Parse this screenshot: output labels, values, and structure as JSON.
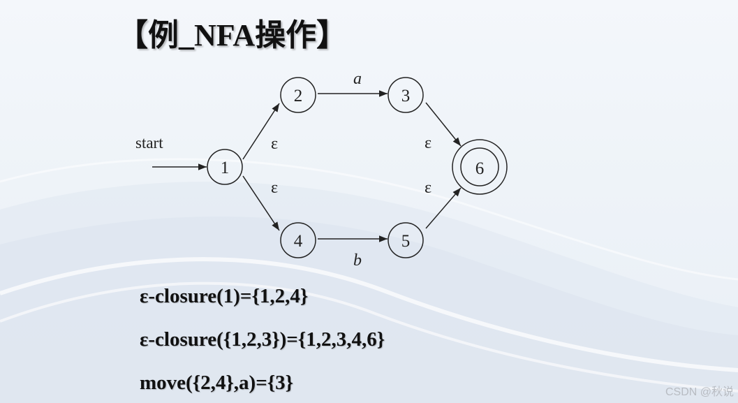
{
  "slide": {
    "title": "【例_NFA操作】",
    "watermark": "CSDN @秋说"
  },
  "diagram": {
    "start_label": "start",
    "states": [
      {
        "id": "1",
        "label": "1",
        "accepting": false,
        "start": true
      },
      {
        "id": "2",
        "label": "2",
        "accepting": false
      },
      {
        "id": "3",
        "label": "3",
        "accepting": false
      },
      {
        "id": "4",
        "label": "4",
        "accepting": false
      },
      {
        "id": "5",
        "label": "5",
        "accepting": false
      },
      {
        "id": "6",
        "label": "6",
        "accepting": true
      }
    ],
    "transitions": [
      {
        "from": "1",
        "to": "2",
        "label": "ε"
      },
      {
        "from": "1",
        "to": "4",
        "label": "ε"
      },
      {
        "from": "2",
        "to": "3",
        "label": "a"
      },
      {
        "from": "4",
        "to": "5",
        "label": "b"
      },
      {
        "from": "3",
        "to": "6",
        "label": "ε"
      },
      {
        "from": "5",
        "to": "6",
        "label": "ε"
      }
    ]
  },
  "formulas": [
    "ε-closure(1)={1,2,4}",
    "ε-closure({1,2,3})={1,2,3,4,6}",
    "move({2,4},a)={3}"
  ],
  "colors": {
    "background": "#eef3f8",
    "ink": "#111111",
    "wave": "#dde6ef"
  }
}
